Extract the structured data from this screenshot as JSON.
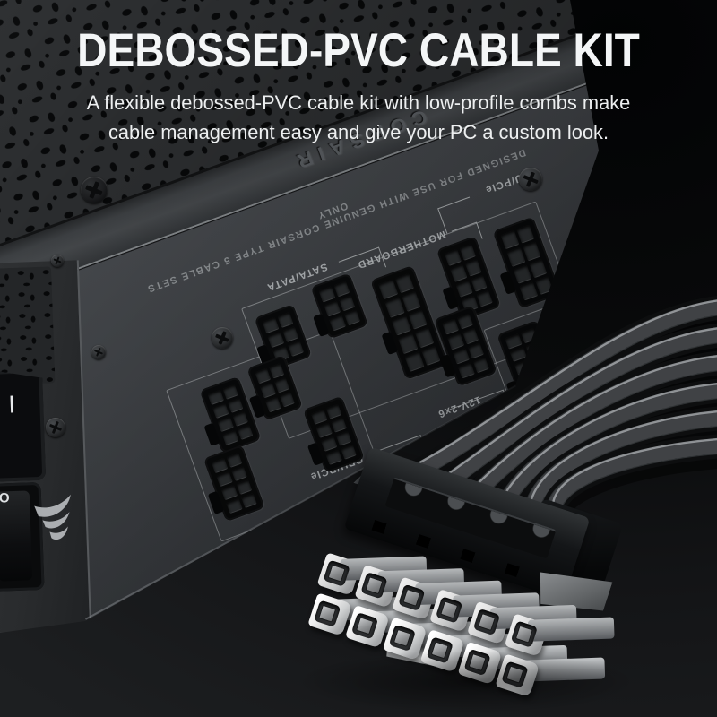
{
  "header": {
    "title": "DEBOSSED-PVC CABLE KIT",
    "subtitle_line1": "A flexible debossed-PVC cable kit with low-profile combs make",
    "subtitle_line2": "cable management easy and give your PC a custom look."
  },
  "psu": {
    "brand": "CORSAIR",
    "panel_notice": "DESIGNED FOR USE WITH GENUINE CORSAIR TYPE 5 CABLE SETS ONLY",
    "labels": {
      "sata": "SATA/PATA",
      "motherboard": "MOTHERBOARD",
      "cpu_top": "CPU/PCIe",
      "twelve_v": "12V-2x6",
      "cpu_bottom": "CPU/PCIe"
    },
    "power_switch_off": "O",
    "ac_inlet_mark": "|",
    "sockets": [
      {
        "cols": 2,
        "rows": 3
      },
      {
        "cols": 2,
        "rows": 3
      },
      {
        "cols": 2,
        "rows": 5
      },
      {
        "cols": 2,
        "rows": 4
      },
      {
        "cols": 2,
        "rows": 4
      },
      {
        "cols": 2,
        "rows": 4
      },
      {
        "cols": 2,
        "rows": 6
      },
      {
        "cols": 2,
        "rows": 4
      },
      {
        "cols": 2,
        "rows": 3
      },
      {
        "cols": 2,
        "rows": 4
      },
      {
        "cols": 2,
        "rows": 4
      }
    ]
  },
  "connector": {
    "pin_rows": 2,
    "pins_per_row": 6
  },
  "cables": {
    "count": 6
  },
  "colors": {
    "background": "#0b0c0e",
    "panel": "#3c3f43",
    "label_text": "#b5b9bc",
    "title_text": "#f4f6f7",
    "pin_white": "#ededee",
    "cable_black": "#0d0e0f"
  }
}
